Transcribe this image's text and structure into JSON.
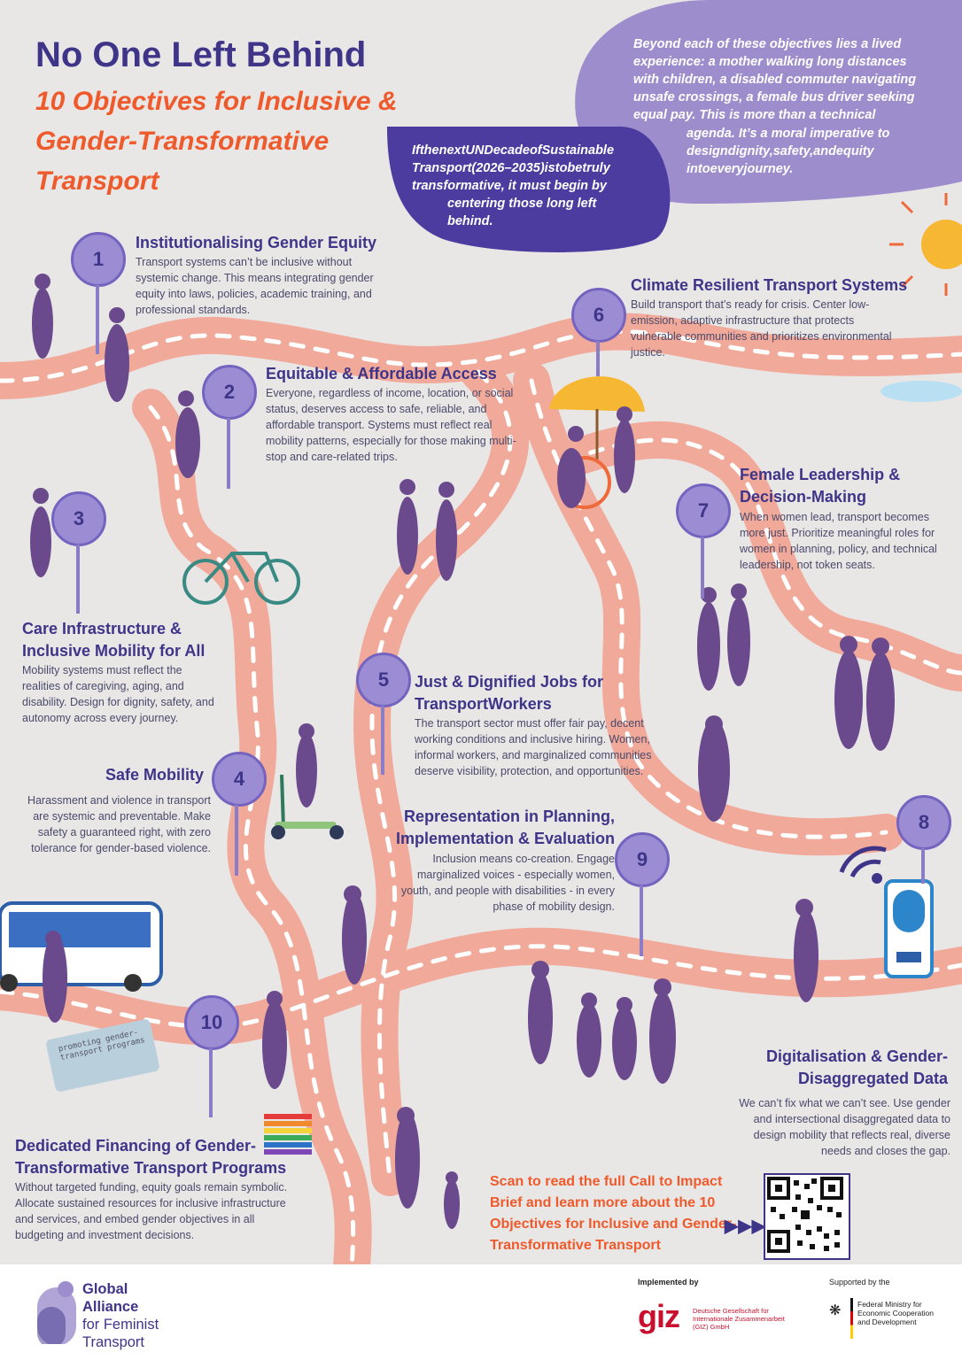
{
  "header": {
    "title": "No One Left Behind",
    "subtitle": "10 Objectives for Inclusive & Gender-Transformative Transport"
  },
  "blob_big": {
    "text_1": "Beyond each of these objectives lies a lived experience: a mother walking long distances with children, a disabled commuter navigating unsafe crossings, a female bus driver seeking equal pay. This is more than a technical",
    "text_2": "agenda. It’s a moral imperative to designdignity,safety,andequity intoeveryjourney."
  },
  "blob_small": {
    "text_1": "IfthenextUNDecadeofSustainable Transport(2026–2035)istobetruly transformative, it must begin by",
    "text_2": "centering those long left behind."
  },
  "objectives": [
    {
      "num": "1",
      "title": "Institutionalising Gender Equity",
      "text": "Transport systems can’t be inclusive without systemic change. This means integrating gender equity into laws, policies, academic training, and professional standards."
    },
    {
      "num": "2",
      "title": "Equitable & Affordable Access",
      "text": "Everyone, regardless of income, location, or social status, deserves access to safe, reliable, and affordable transport. Systems must reflect real mobility patterns, especially for those making multi-stop and care-related trips."
    },
    {
      "num": "3",
      "title": "Care Infrastructure & Inclusive Mobility for All",
      "text": "Mobility systems must reflect the realities of caregiving, aging, and disability. Design for dignity, safety, and autonomy across every journey."
    },
    {
      "num": "4",
      "title": "Safe Mobility",
      "text": "Harassment and violence in transport are systemic and preventable. Make safety a guaranteed right, with zero tolerance for gender-based violence."
    },
    {
      "num": "5",
      "title": "Just & Dignified Jobs for TransportWorkers",
      "text": "The transport sector must offer fair pay, decent working conditions and inclusive hiring. Women, informal workers, and marginalized communities deserve visibility, protection, and opportunities."
    },
    {
      "num": "6",
      "title": "Climate Resilient Transport Systems",
      "text": "Build transport that’s ready for crisis. Center low-emission, adaptive infrastructure that protects vulnerable communities and prioritizes environmental justice."
    },
    {
      "num": "7",
      "title": "Female Leadership & Decision-Making",
      "text": "When women lead, transport becomes more just. Prioritize meaningful roles for women in planning, policy, and technical leadership, not token seats."
    },
    {
      "num": "8",
      "title": "Digitalisation & Gender-Disaggregated Data",
      "text": "We can’t fix what we can’t see. Use gender and intersectional disaggregated data to design mobility that reflects real, diverse needs and closes the gap."
    },
    {
      "num": "9",
      "title": "Representation in Planning, Implementation & Evaluation",
      "text": "Inclusion means co-creation. Engage marginalized voices - especially women, youth, and people with disabilities - in every phase of mobility design."
    },
    {
      "num": "10",
      "title": "Dedicated Financing of Gender-Transformative Transport Programs",
      "text": "Without targeted funding, equity goals remain symbolic. Allocate sustained resources for inclusive infrastructure and services, and embed gender objectives in all budgeting and investment decisions."
    }
  ],
  "ticket_text": "promoting gender-transport programs",
  "scan": {
    "text": "Scan to read the full Call to Impact Brief and learn more about the 10 Objectives for Inclusive and Gender-Transformative Transport"
  },
  "footer": {
    "alliance_line1": "Global",
    "alliance_line2": "Alliance",
    "alliance_line3": "for Feminist",
    "alliance_line4": "Transport",
    "implemented_by": "Implemented by",
    "giz_logo": "giz",
    "giz_name": "Deutsche Gesellschaft für Internationale Zusammenarbeit (GIZ) GmbH",
    "supported_by": "Supported by the",
    "ministry": "Federal Ministry for Economic Cooperation and Development"
  },
  "colors": {
    "primary": "#3e3589",
    "accent": "#ee5a2b",
    "blob_light": "#9e8dcc",
    "blob_dark": "#4d3ca0",
    "road": "#f1a99a",
    "sun": "#f6b733"
  }
}
